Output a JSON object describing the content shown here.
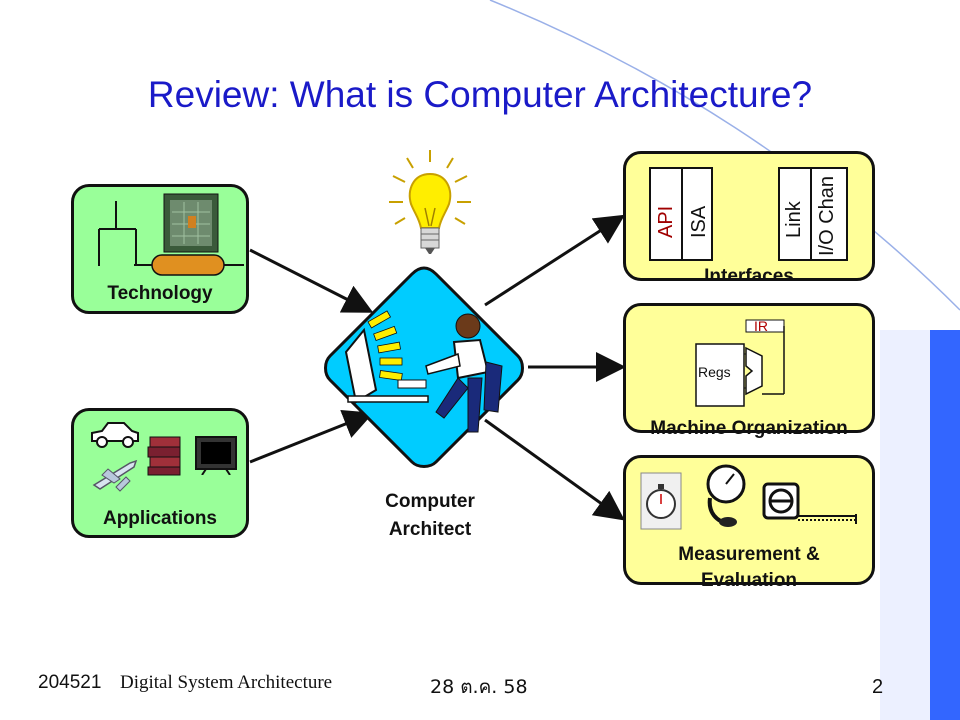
{
  "slide": {
    "title": "Review: What is Computer Architecture?",
    "center_caption_line1": "Computer",
    "center_caption_line2": "Architect"
  },
  "inputs": {
    "technology_label": "Technology",
    "applications_label": "Applications"
  },
  "outputs": {
    "interfaces_label": "Interfaces",
    "interfaces_terms": [
      "API",
      "ISA",
      "Link",
      "I/O Chan"
    ],
    "organization_label": "Machine Organization",
    "organization_terms": {
      "ir": "IR",
      "regs": "Regs"
    },
    "measurement_label_line1": "Measurement &",
    "measurement_label_line2": "Evaluation"
  },
  "footer": {
    "course": "204521",
    "course_name": "Digital System Architecture",
    "date": "28 ต.ค. 58",
    "page": "2"
  },
  "colors": {
    "title": "#1a1ac8",
    "input_box": "#99ff99",
    "output_box": "#ffff99",
    "diamond": "#00ccff",
    "accent_bar": "#3366ff"
  }
}
